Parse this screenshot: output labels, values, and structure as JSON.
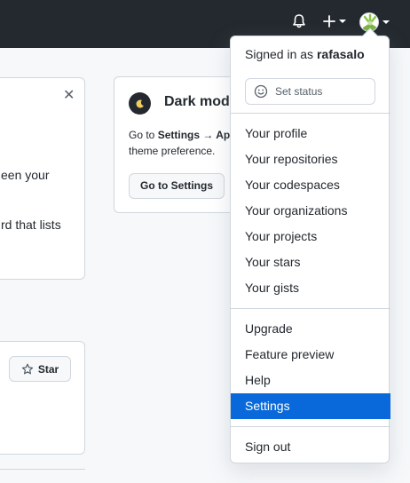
{
  "header": {
    "bell_icon": "bell-icon",
    "plus_icon": "plus-icon",
    "avatar_icon": "avatar-icon"
  },
  "colors": {
    "header_bg": "#24292f",
    "accent": "#0969da",
    "page_bg": "#f6f8fa",
    "border": "#d0d7de"
  },
  "welcome_card": {
    "line1": "een your",
    "line2": "rd that lists"
  },
  "dark_mode_card": {
    "title": "Dark mode",
    "desc_prefix": "Go to ",
    "desc_bold": "Settings → Appearance",
    "desc_line2": "theme preference.",
    "button_label": "Go to Settings"
  },
  "repo_card": {
    "star_label": "Star"
  },
  "user_menu": {
    "signed_in_prefix": "Signed in as ",
    "username": "rafasalo",
    "set_status_label": "Set status",
    "group1": [
      {
        "label": "Your profile",
        "name": "menu-item-your-profile"
      },
      {
        "label": "Your repositories",
        "name": "menu-item-your-repositories"
      },
      {
        "label": "Your codespaces",
        "name": "menu-item-your-codespaces"
      },
      {
        "label": "Your organizations",
        "name": "menu-item-your-organizations"
      },
      {
        "label": "Your projects",
        "name": "menu-item-your-projects"
      },
      {
        "label": "Your stars",
        "name": "menu-item-your-stars"
      },
      {
        "label": "Your gists",
        "name": "menu-item-your-gists"
      }
    ],
    "group2": [
      {
        "label": "Upgrade",
        "name": "menu-item-upgrade"
      },
      {
        "label": "Feature preview",
        "name": "menu-item-feature-preview"
      },
      {
        "label": "Help",
        "name": "menu-item-help"
      },
      {
        "label": "Settings",
        "name": "menu-item-settings",
        "active": true
      }
    ],
    "sign_out_label": "Sign out"
  }
}
